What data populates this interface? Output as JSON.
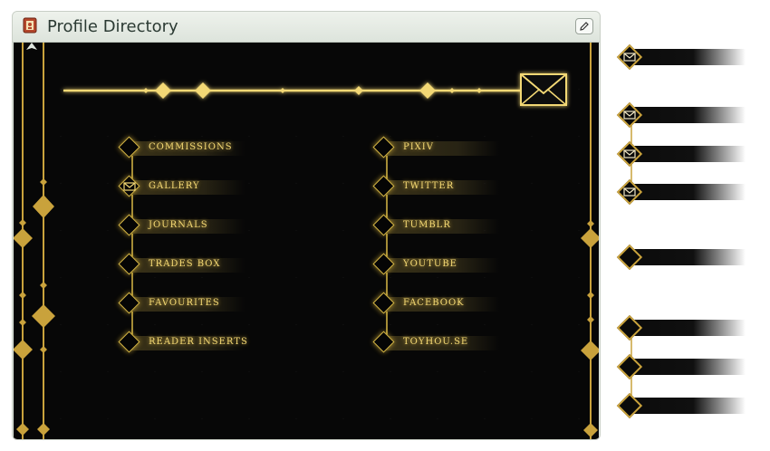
{
  "widget": {
    "title": "Profile Directory"
  },
  "links_left": [
    {
      "label": "COMMISSIONS",
      "icon": "diamond-icon"
    },
    {
      "label": "GALLERY",
      "icon": "envelope-icon"
    },
    {
      "label": "JOURNALS",
      "icon": "diamond-icon"
    },
    {
      "label": "TRADES BOX",
      "icon": "diamond-icon"
    },
    {
      "label": "FAVOURITES",
      "icon": "diamond-icon"
    },
    {
      "label": "READER INSERTS",
      "icon": "diamond-icon"
    }
  ],
  "links_right": [
    {
      "label": "PIXIV",
      "icon": "diamond-icon"
    },
    {
      "label": "TWITTER",
      "icon": "diamond-icon"
    },
    {
      "label": "TUMBLR",
      "icon": "diamond-icon"
    },
    {
      "label": "YOUTUBE",
      "icon": "diamond-icon"
    },
    {
      "label": "FACEBOOK",
      "icon": "diamond-icon"
    },
    {
      "label": "TOYHOU.SE",
      "icon": "diamond-icon"
    }
  ],
  "side_links": [
    {
      "icon": "envelope-icon"
    },
    {
      "icon": "envelope-icon"
    },
    {
      "icon": "envelope-icon"
    },
    {
      "icon": "envelope-icon"
    },
    {
      "icon": "diamond-icon"
    },
    {
      "icon": "diamond-icon"
    },
    {
      "icon": "diamond-icon"
    },
    {
      "icon": "diamond-icon"
    }
  ],
  "colors": {
    "gold": "#d9b946",
    "gold_glow": "#f3d874",
    "panel_bg": "#070707",
    "header_bg": "#dfe6df"
  }
}
